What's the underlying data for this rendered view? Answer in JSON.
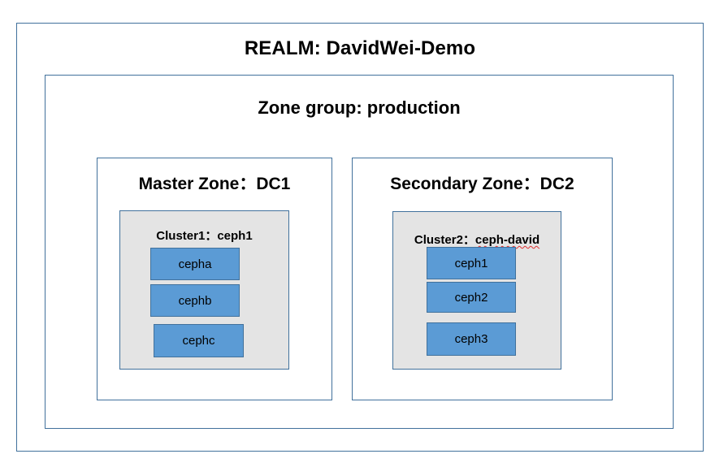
{
  "diagram": {
    "type": "nested-box-architecture-diagram",
    "realm": {
      "title": "REALM: DavidWei-Demo",
      "zone_group": {
        "title": "Zone group: production",
        "zones": [
          {
            "title": "Master Zone：DC1",
            "cluster": {
              "label_prefix": "Cluster1：",
              "label_name": "ceph1",
              "label_misspelled": false,
              "nodes": [
                {
                  "name": "cepha"
                },
                {
                  "name": "cephb"
                },
                {
                  "name": "cephc"
                }
              ]
            }
          },
          {
            "title": "Secondary Zone：DC2",
            "cluster": {
              "label_prefix": "Cluster2：",
              "label_name": "ceph-david",
              "label_misspelled": true,
              "nodes": [
                {
                  "name": "ceph1"
                },
                {
                  "name": "ceph2"
                },
                {
                  "name": "ceph3"
                }
              ]
            }
          }
        ]
      }
    }
  },
  "colors": {
    "border": "#41719C",
    "node_fill": "#5B9BD5",
    "cluster_fill": "#E4E4E4",
    "page_background": "#FFFFFF",
    "text": "#000000",
    "spellcheck_underline": "#E03030"
  }
}
